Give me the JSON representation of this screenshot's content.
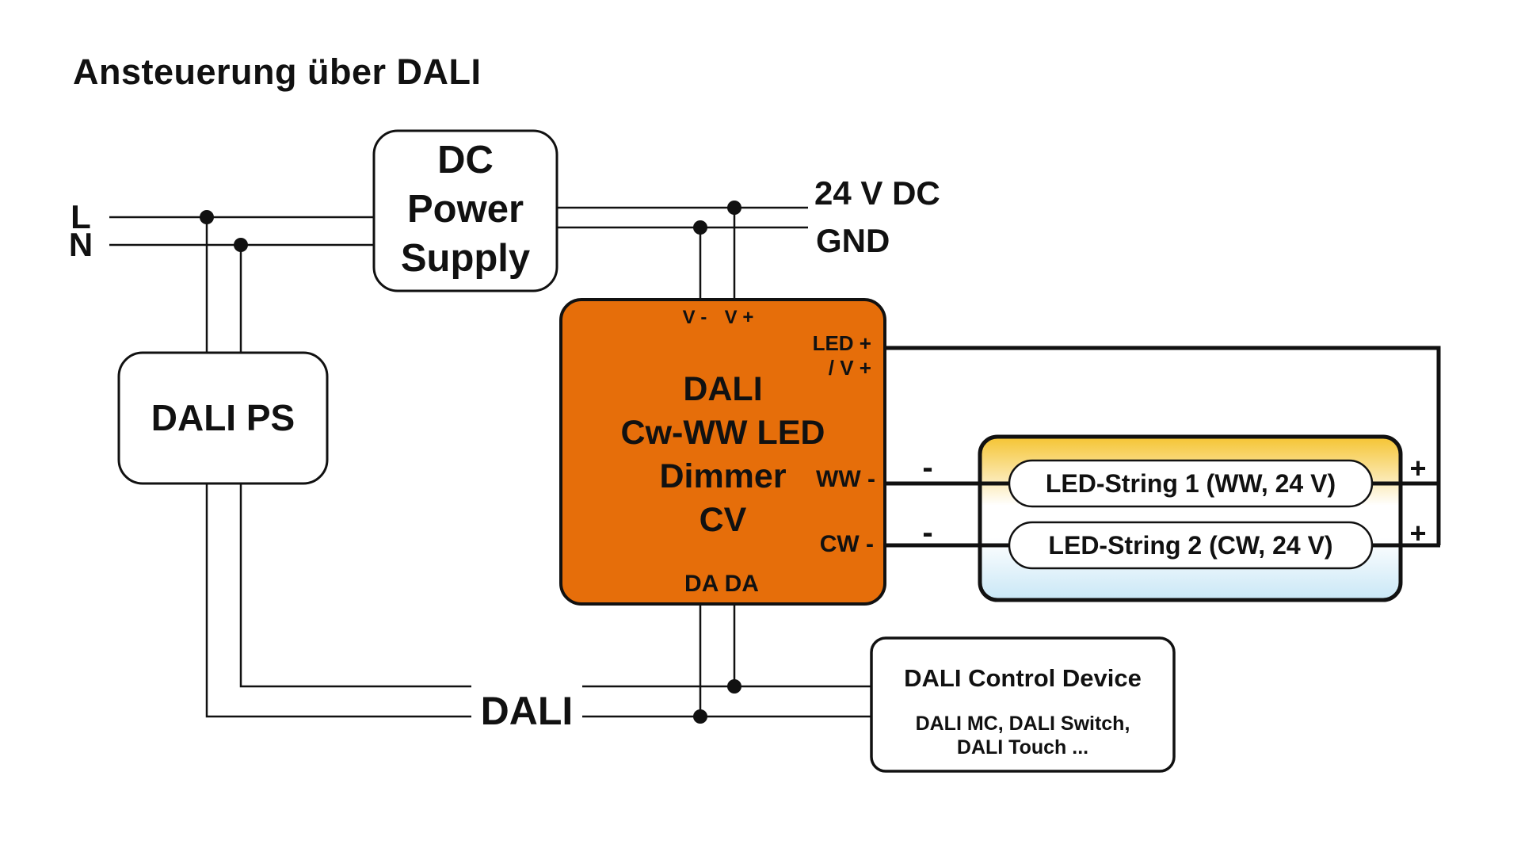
{
  "title": "Ansteuerung über DALI",
  "mains": {
    "l": "L",
    "n": "N"
  },
  "dc_power_supply": {
    "lines": [
      "DC",
      "Power",
      "Supply"
    ],
    "out_plus": "24 V DC",
    "out_minus": "GND"
  },
  "dali_ps": {
    "label": "DALI PS"
  },
  "dimmer": {
    "name_lines": [
      "DALI",
      "Cw-WW LED",
      "Dimmer",
      "CV"
    ],
    "terminals": {
      "v_minus": "V -",
      "v_plus": "V +",
      "led_plus_1": "LED +",
      "led_plus_2": "/ V +",
      "ww_minus": "WW -",
      "cw_minus": "CW -",
      "da": "DA DA"
    }
  },
  "led_strings": {
    "string1": {
      "label": "LED-String 1 (WW, 24 V)",
      "minus": "-",
      "plus": "+"
    },
    "string2": {
      "label": "LED-String 2 (CW, 24 V)",
      "minus": "-",
      "plus": "+"
    }
  },
  "bus": {
    "label": "DALI"
  },
  "control_device": {
    "title": "DALI Control Device",
    "subtitle_lines": [
      "DALI MC, DALI Switch,",
      "DALI Touch ..."
    ]
  },
  "colors": {
    "wire": "#111111",
    "text": "#111111",
    "dimmer_fill": "#E66E0A",
    "strip_warm": "#F5C432",
    "strip_cool": "#C9E7F6"
  }
}
